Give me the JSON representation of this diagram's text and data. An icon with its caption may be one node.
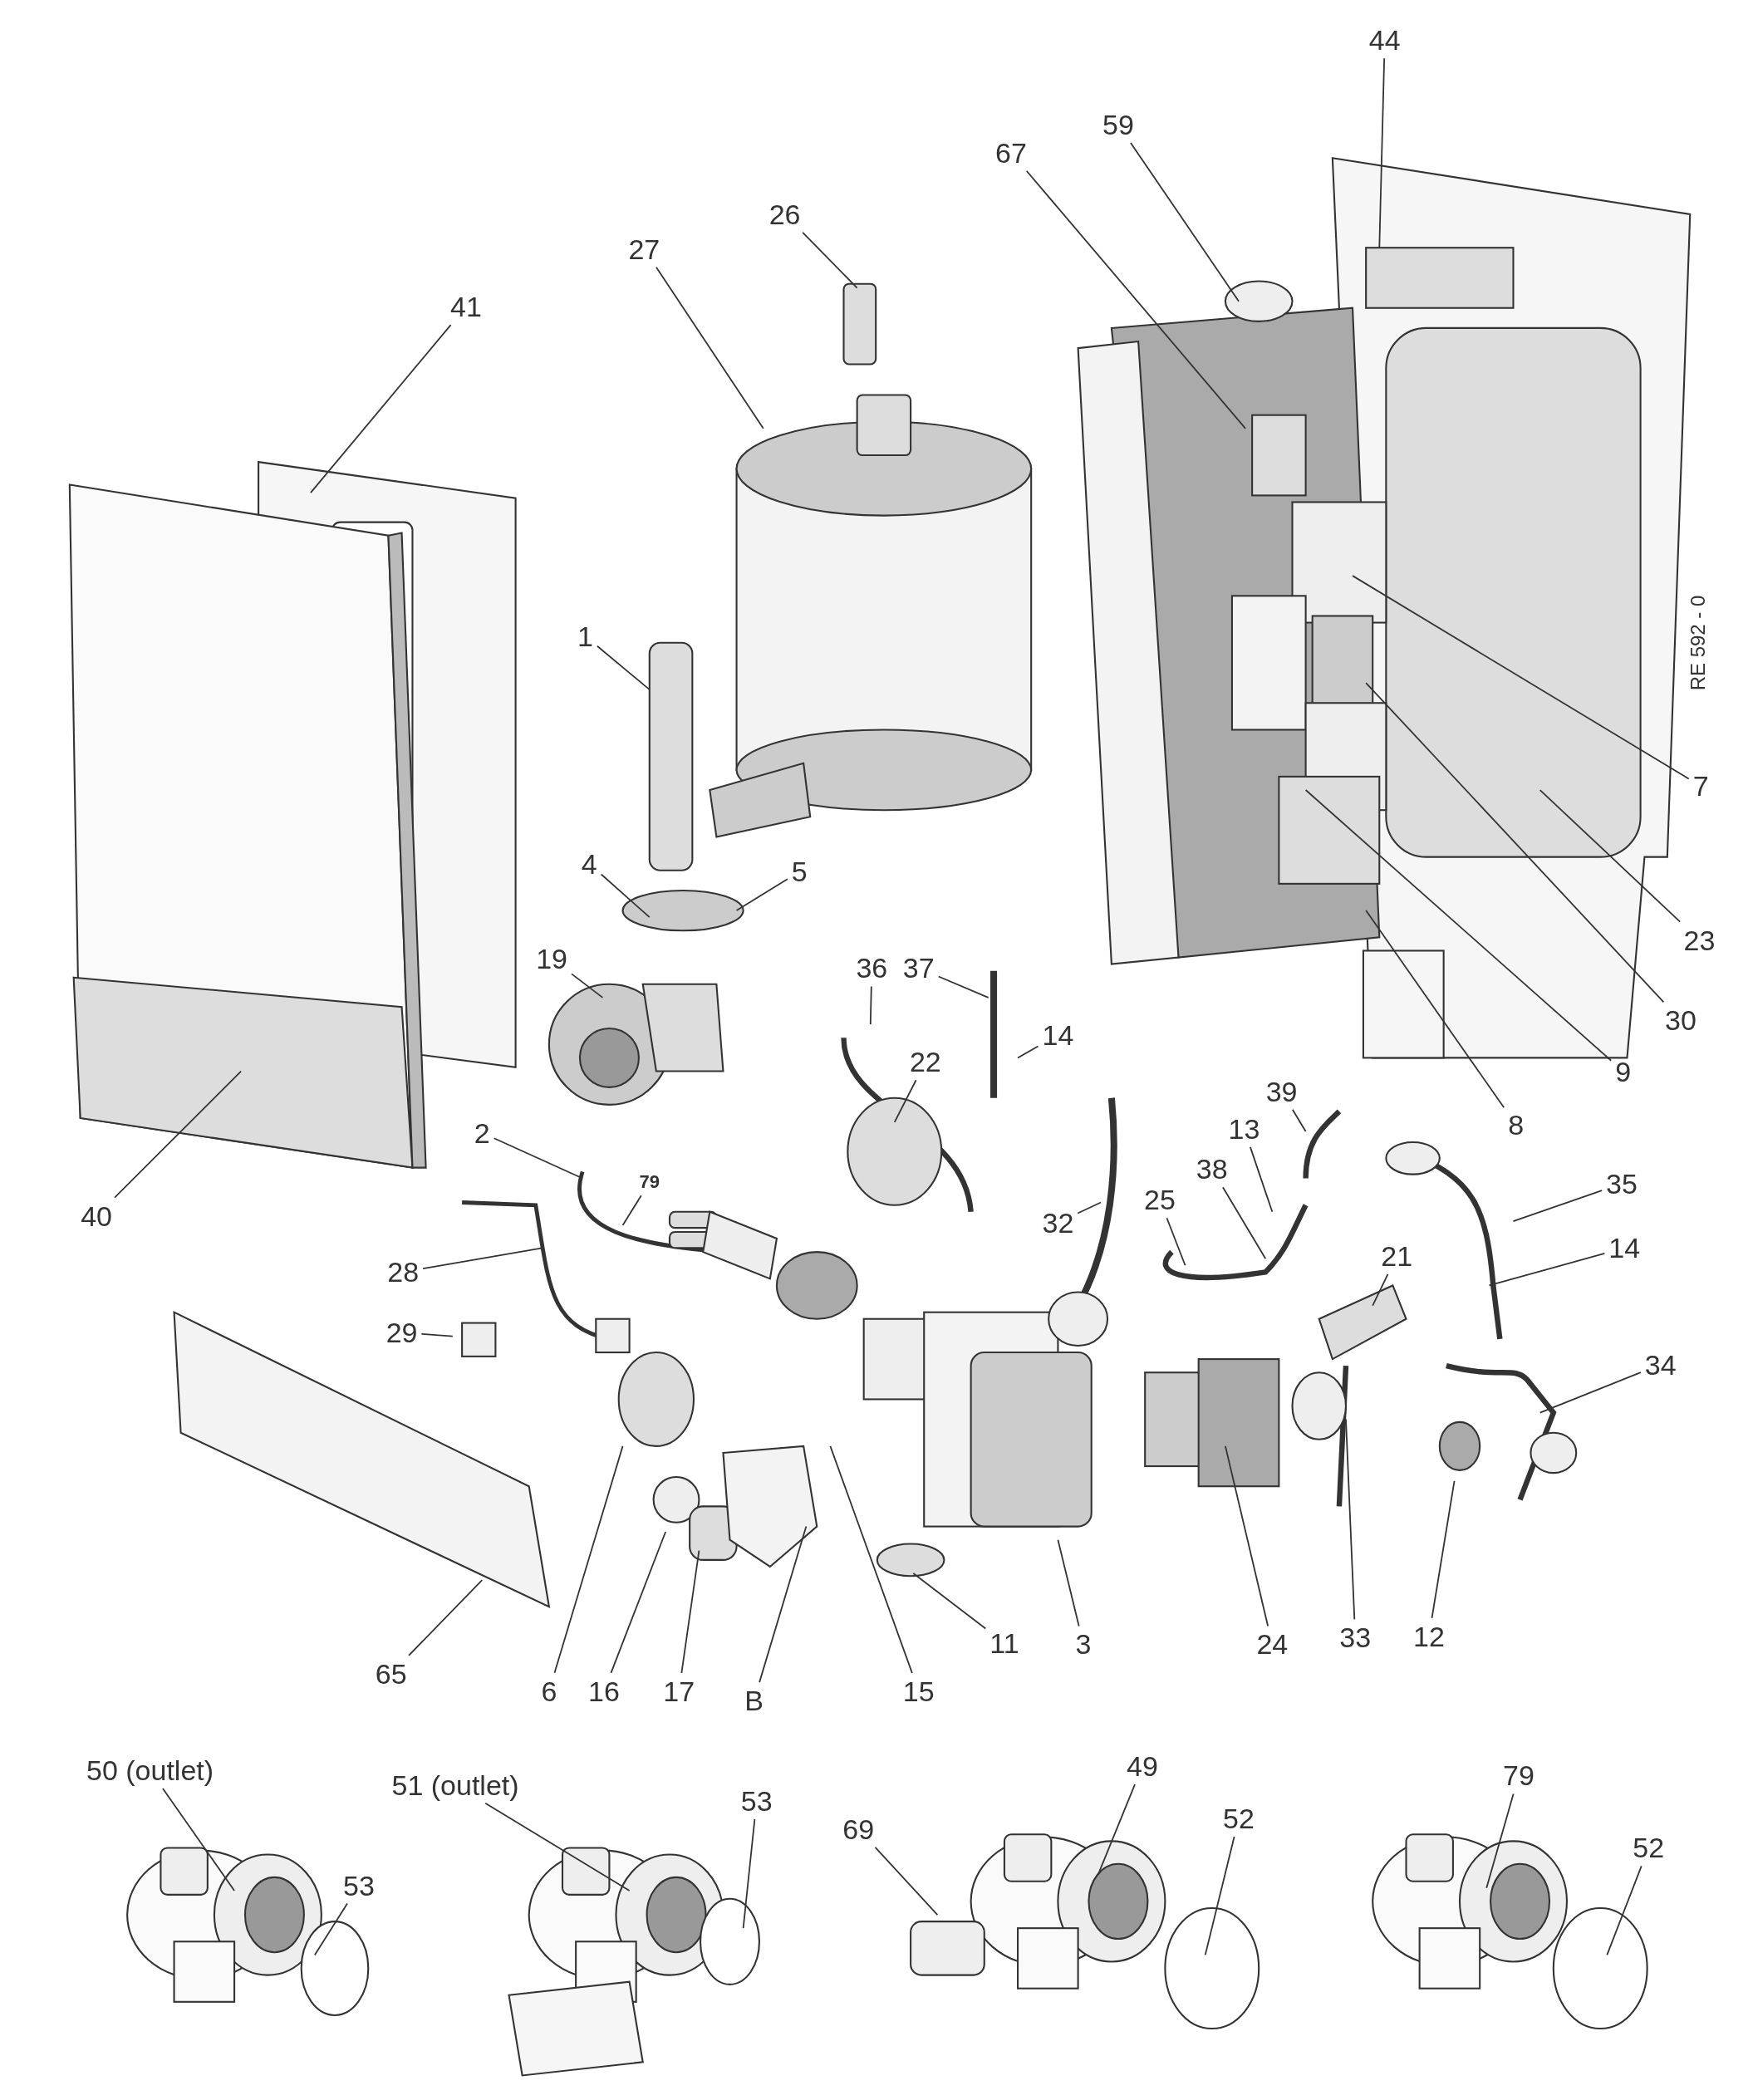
{
  "diagram": {
    "nodes": [
      {
        "text": [
          "44"
        ]
      },
      {
        "text": [
          "59"
        ]
      },
      {
        "text": [
          "67"
        ]
      },
      {
        "text": [
          "26"
        ]
      },
      {
        "text": [
          "27"
        ]
      },
      {
        "text": [
          "41"
        ]
      },
      {
        "text": [
          "1"
        ]
      },
      {
        "text": [
          "7"
        ]
      },
      {
        "text": [
          "4"
        ]
      },
      {
        "text": [
          "5"
        ]
      },
      {
        "text": [
          "23"
        ]
      },
      {
        "text": [
          "19"
        ]
      },
      {
        "text": [
          "36"
        ]
      },
      {
        "text": [
          "37"
        ]
      },
      {
        "text": [
          "30"
        ]
      },
      {
        "text": [
          "14"
        ]
      },
      {
        "text": [
          "22"
        ]
      },
      {
        "text": [
          "9"
        ]
      },
      {
        "text": [
          "39"
        ]
      },
      {
        "text": [
          "8"
        ]
      },
      {
        "text": [
          "13"
        ]
      },
      {
        "text": [
          "2"
        ]
      },
      {
        "text": [
          "38"
        ]
      },
      {
        "text": [
          "35"
        ]
      },
      {
        "text": [
          "79"
        ]
      },
      {
        "text": [
          "25"
        ]
      },
      {
        "text": [
          "40"
        ]
      },
      {
        "text": [
          "32"
        ]
      },
      {
        "text": [
          "14"
        ]
      },
      {
        "text": [
          "21"
        ]
      },
      {
        "text": [
          "28"
        ]
      },
      {
        "text": [
          "29"
        ]
      },
      {
        "text": [
          "34"
        ]
      },
      {
        "text": [
          "11"
        ]
      },
      {
        "text": [
          "3"
        ]
      },
      {
        "text": [
          "24"
        ]
      },
      {
        "text": [
          "33"
        ]
      },
      {
        "text": [
          "12"
        ]
      },
      {
        "text": [
          "65"
        ]
      },
      {
        "text": [
          "6"
        ]
      },
      {
        "text": [
          "16"
        ]
      },
      {
        "text": [
          "17"
        ]
      },
      {
        "text": [
          "B"
        ]
      },
      {
        "text": [
          "15"
        ]
      },
      {
        "text": [
          "50 (outlet)"
        ]
      },
      {
        "text": [
          "51 (outlet)"
        ]
      },
      {
        "text": [
          "49"
        ]
      },
      {
        "text": [
          "79"
        ]
      },
      {
        "text": [
          "53"
        ]
      },
      {
        "text": [
          "69"
        ]
      },
      {
        "text": [
          "52"
        ]
      },
      {
        "text": [
          "52"
        ]
      },
      {
        "text": [
          "53"
        ]
      }
    ],
    "edges": [
      {
        "from": 0,
        "to": null,
        "arrow": "none"
      },
      {
        "from": 1,
        "to": null,
        "arrow": "none"
      },
      {
        "from": 2,
        "to": null,
        "arrow": "none"
      },
      {
        "from": 3,
        "to": null,
        "arrow": "none"
      },
      {
        "from": 4,
        "to": null,
        "arrow": "none"
      },
      {
        "from": 5,
        "to": null,
        "arrow": "none"
      },
      {
        "from": 6,
        "to": null,
        "arrow": "none"
      },
      {
        "from": 7,
        "to": null,
        "arrow": "none"
      },
      {
        "from": 8,
        "to": null,
        "arrow": "none"
      },
      {
        "from": 9,
        "to": null,
        "arrow": "none"
      },
      {
        "from": 10,
        "to": null,
        "arrow": "none"
      },
      {
        "from": 11,
        "to": null,
        "arrow": "none"
      },
      {
        "from": 12,
        "to": null,
        "arrow": "none"
      },
      {
        "from": 13,
        "to": null,
        "arrow": "none"
      },
      {
        "from": 14,
        "to": null,
        "arrow": "none"
      },
      {
        "from": 15,
        "to": null,
        "arrow": "none"
      },
      {
        "from": 16,
        "to": null,
        "arrow": "none"
      },
      {
        "from": 17,
        "to": null,
        "arrow": "none"
      },
      {
        "from": 18,
        "to": null,
        "arrow": "none"
      },
      {
        "from": 19,
        "to": null,
        "arrow": "none"
      },
      {
        "from": 20,
        "to": null,
        "arrow": "none"
      },
      {
        "from": 21,
        "to": null,
        "arrow": "none"
      },
      {
        "from": 22,
        "to": null,
        "arrow": "none"
      },
      {
        "from": 23,
        "to": null,
        "arrow": "none"
      },
      {
        "from": 24,
        "to": null,
        "arrow": "none"
      },
      {
        "from": 25,
        "to": null,
        "arrow": "none"
      },
      {
        "from": 26,
        "to": null,
        "arrow": "none"
      },
      {
        "from": 27,
        "to": null,
        "arrow": "none"
      },
      {
        "from": 28,
        "to": null,
        "arrow": "none"
      },
      {
        "from": 29,
        "to": null,
        "arrow": "none"
      },
      {
        "from": 30,
        "to": null,
        "arrow": "none"
      },
      {
        "from": 31,
        "to": null,
        "arrow": "none"
      },
      {
        "from": 32,
        "to": null,
        "arrow": "none"
      },
      {
        "from": 33,
        "to": null,
        "arrow": "none"
      },
      {
        "from": 34,
        "to": null,
        "arrow": "none"
      },
      {
        "from": 35,
        "to": null,
        "arrow": "none"
      },
      {
        "from": 36,
        "to": null,
        "arrow": "none"
      },
      {
        "from": 37,
        "to": null,
        "arrow": "none"
      },
      {
        "from": 38,
        "to": null,
        "arrow": "none"
      },
      {
        "from": 39,
        "to": null,
        "arrow": "none"
      },
      {
        "from": 40,
        "to": null,
        "arrow": "none"
      },
      {
        "from": 41,
        "to": null,
        "arrow": "none"
      },
      {
        "from": 42,
        "to": null,
        "arrow": "none"
      },
      {
        "from": 43,
        "to": null,
        "arrow": "none"
      },
      {
        "from": 44,
        "to": null,
        "arrow": "none"
      },
      {
        "from": 45,
        "to": null,
        "arrow": "none"
      },
      {
        "from": 46,
        "to": null,
        "arrow": "none"
      },
      {
        "from": 47,
        "to": null,
        "arrow": "none"
      },
      {
        "from": 48,
        "to": null,
        "arrow": "none"
      },
      {
        "from": 49,
        "to": null,
        "arrow": "none"
      },
      {
        "from": 50,
        "to": null,
        "arrow": "none"
      },
      {
        "from": 51,
        "to": null,
        "arrow": "none"
      },
      {
        "from": 52,
        "to": null,
        "arrow": "none"
      }
    ],
    "labels": [
      "RE 592 - 0"
    ]
  }
}
